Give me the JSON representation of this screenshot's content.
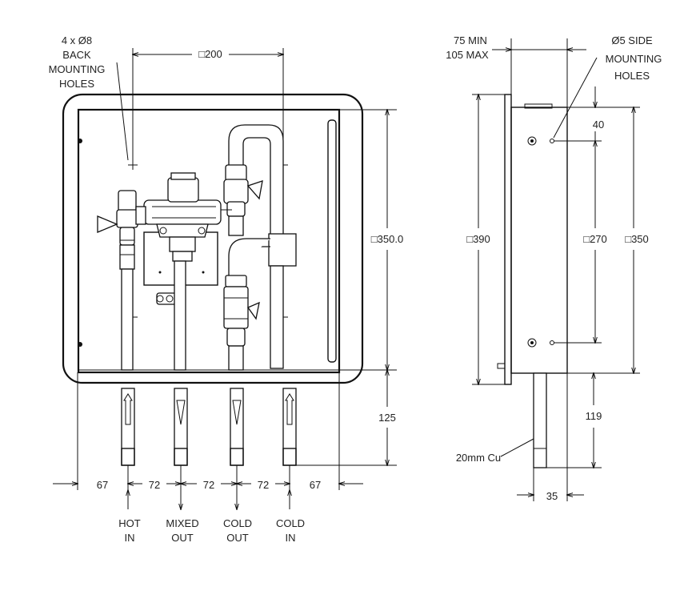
{
  "drawing": {
    "back_holes_label": [
      "4 x Ø8",
      "BACK",
      "MOUNTING",
      "HOLES"
    ],
    "side_holes_label": [
      "Ø5 SIDE",
      "MOUNTING",
      "HOLES"
    ],
    "depth_label": [
      "75 MIN",
      "105 MAX"
    ],
    "dims": {
      "top_width": "□200",
      "height_front": "□350.0",
      "pipe_projection": "125",
      "side_outer": "□390",
      "side_holes_spacing": "□270",
      "side_height": "□350",
      "side_top_offset": "40",
      "side_pipe_projection": "119",
      "pipe_offset": "35",
      "left_margin": "67",
      "pitch_1": "72",
      "pitch_2": "72",
      "pitch_3": "72",
      "right_margin": "67"
    },
    "pipe_size_label": "20mm Cu",
    "ports": [
      {
        "line1": "HOT",
        "line2": "IN"
      },
      {
        "line1": "MIXED",
        "line2": "OUT"
      },
      {
        "line1": "COLD",
        "line2": "OUT"
      },
      {
        "line1": "COLD",
        "line2": "IN"
      }
    ]
  }
}
